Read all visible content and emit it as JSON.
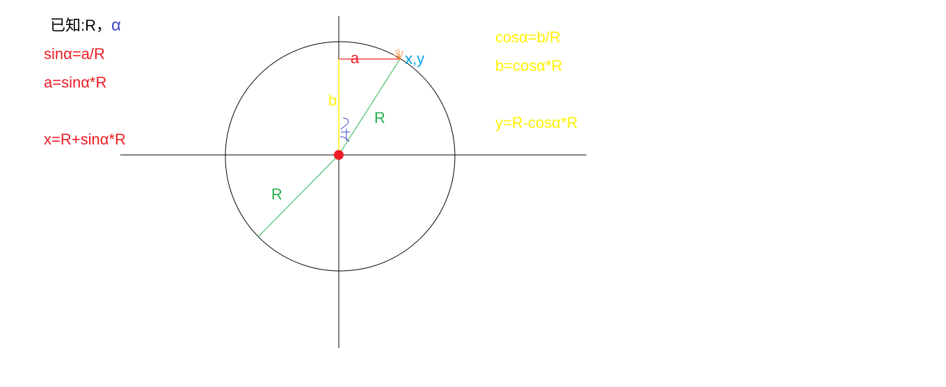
{
  "given": {
    "label": "已知:R，",
    "alpha": "α"
  },
  "sine_formulas": {
    "line1": "sinα=a/R",
    "line2": "a=sinα*R",
    "line3": "x=R+sinα*R"
  },
  "cosine_formulas": {
    "line1": "cosα=b/R",
    "line2": "b=cosα*R",
    "line3": "y=R-cosα*R"
  },
  "labels": {
    "a": "a",
    "b": "b",
    "point": "x,y",
    "radius_upper": "R",
    "radius_lower": "R"
  },
  "colors": {
    "black": "#000000",
    "red": "#ed1c24",
    "yellow": "#fff200",
    "green": "#22b14c",
    "blue": "#3f48cc",
    "cyan": "#00a2e8",
    "orange": "#ff7f27"
  }
}
